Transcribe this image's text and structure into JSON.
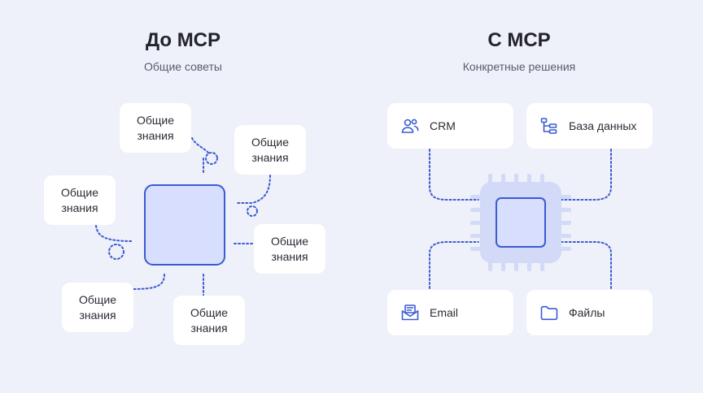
{
  "left": {
    "title": "До MCP",
    "subtitle": "Общие советы",
    "knowledge_label": "Общие\nзнания"
  },
  "right": {
    "title": "С MCP",
    "subtitle": "Конкретные решения",
    "tools": [
      {
        "label": "CRM",
        "icon": "users-icon"
      },
      {
        "label": "База данных",
        "icon": "database-tree-icon"
      },
      {
        "label": "Email",
        "icon": "email-icon"
      },
      {
        "label": "Файлы",
        "icon": "folder-icon"
      }
    ]
  },
  "colors": {
    "background": "#eef0fa",
    "accent": "#3b5bd1",
    "chip_fill": "#d8defd",
    "chip_outer": "#d2daf8"
  }
}
